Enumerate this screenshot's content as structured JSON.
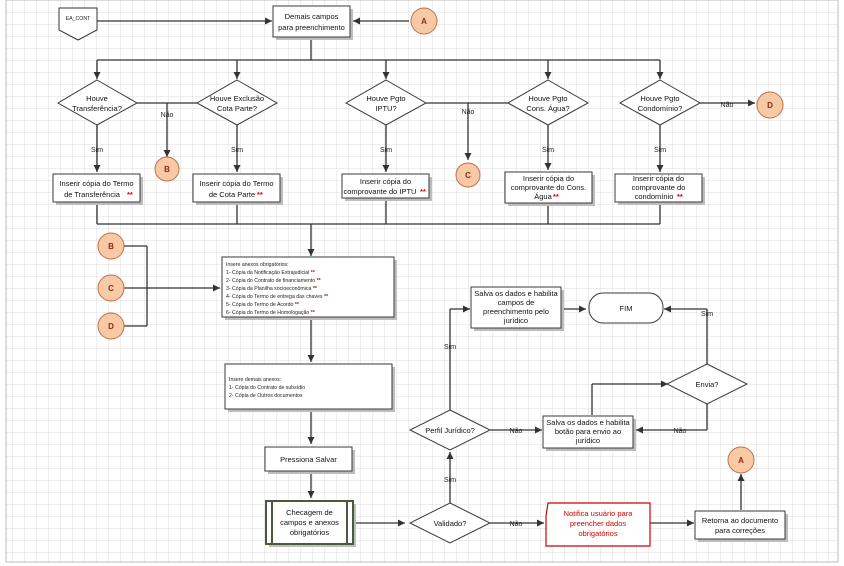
{
  "start": "EA_CONT",
  "connectors": {
    "a": "A",
    "b": "B",
    "c": "C",
    "d": "D"
  },
  "top_box": [
    "Demais campos",
    "para preenchimento"
  ],
  "decisions": {
    "transfer": [
      "Houve",
      "Transferência?"
    ],
    "exclusao": [
      "Houve Exclusão",
      "Cota Parte?"
    ],
    "iptu": [
      "Houve Pgto",
      "IPTU?"
    ],
    "agua": [
      "Houve Pgto",
      "Cons. Água?"
    ],
    "condominio": [
      "Houve Pgto",
      "Condomínio?"
    ],
    "envia": "Envia?",
    "perfil": "Perfil Jurídico?",
    "validado": "Validado?"
  },
  "labels": {
    "sim": "Sim",
    "nao": "Não"
  },
  "stars": "**",
  "boxes": {
    "transfer": [
      "Inserir cópia do Termo",
      "de Transferência"
    ],
    "cota": [
      "Inserir cópia do Termo",
      "de Cota Parte"
    ],
    "iptu": [
      "Inserir cópia do",
      "comprovante do IPTU"
    ],
    "agua": [
      "Inserir cópia do",
      "comprovante do Cons.",
      "Água"
    ],
    "condominio": [
      "Inserir cópia do",
      "comprovante do",
      "condomínio"
    ],
    "salva_juridico": [
      "Salva os dados e habilita",
      "campos de",
      "preenchimento pelo",
      "jurídico"
    ],
    "salva_botao": [
      "Salva os dados e habilita",
      "botão para envio ao",
      "jurídico"
    ],
    "pressiona": "Pressiona Salvar",
    "checagem": [
      "Checagem de",
      "campos e anexos",
      "obrigatórios"
    ],
    "notifica": [
      "Notifica usuário para",
      "preencher dados",
      "obrigatórios"
    ],
    "retorna": [
      "Retorna ao documento",
      "para correções"
    ],
    "fim": "FIM"
  },
  "anexos_obrigatorios": {
    "title": "Insere anexos obrigatórios:",
    "items": [
      "1- Cópia da Notificação Extrajudicial",
      "2- Cópia do Contrato de financiamento",
      "3- Cópia da Planilha socioeconômica",
      "4- Cópia do Termo de entrega das chaves",
      "5- Cópia do Termo de Acordo",
      "6- Cópia do Termo de Homologação"
    ]
  },
  "demais_anexos": {
    "title": "Insere demais anexos:",
    "items": [
      "1- Cópia do Contrato de subsídio",
      "2- Cópia de Outros documentos"
    ]
  }
}
